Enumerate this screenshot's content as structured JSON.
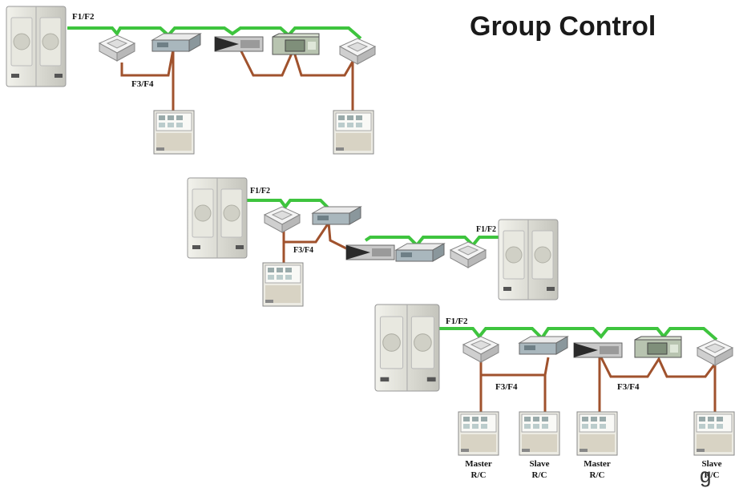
{
  "title": "Group Control",
  "bus_labels": {
    "f1f2": "F1/F2",
    "f3f4": "F3/F4"
  },
  "rc_labels": {
    "master_top": "Master",
    "master_bottom": "R/C",
    "slave_top": "Slave",
    "slave_bottom": "R/C"
  },
  "colors": {
    "f1f2_wire": "#3ec43e",
    "f3f4_wire": "#a0522d",
    "unit_body": "#dcdcd4",
    "unit_shade": "#b8b8b0",
    "rc_panel": "#e6e2d8",
    "label_text": "#111111"
  },
  "corner_mark": "g"
}
